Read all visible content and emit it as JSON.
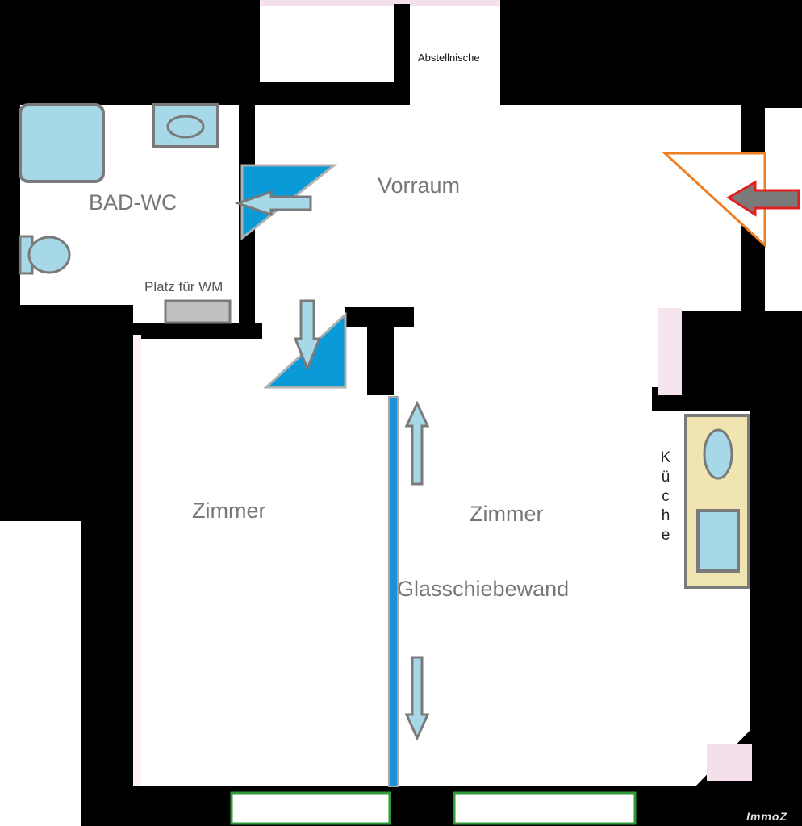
{
  "labels": {
    "abstellnische": "Abstellnische",
    "vorraum": "Vorraum",
    "bad_wc": "BAD-WC",
    "platz_wm": "Platz für WM",
    "zimmer_left": "Zimmer",
    "zimmer_right": "Zimmer",
    "glasschiebewand": "Glasschiebewand",
    "kueche_letters": [
      "K",
      "ü",
      "c",
      "h",
      "e"
    ]
  },
  "watermark": "ImmoZ",
  "colors": {
    "wall": "#000000",
    "fixture_blue": "#a6d8e8",
    "fixture_stroke": "#7a7a7a",
    "door_blue": "#0a9ad8",
    "glass_wall": "#1e90d6",
    "kitchen_counter": "#f0e4b0",
    "entry_door": "#ee7f22",
    "entry_arrow": "#e02020",
    "window_frame": "#2e9a3a",
    "wm_gray": "#c0c0c0"
  }
}
